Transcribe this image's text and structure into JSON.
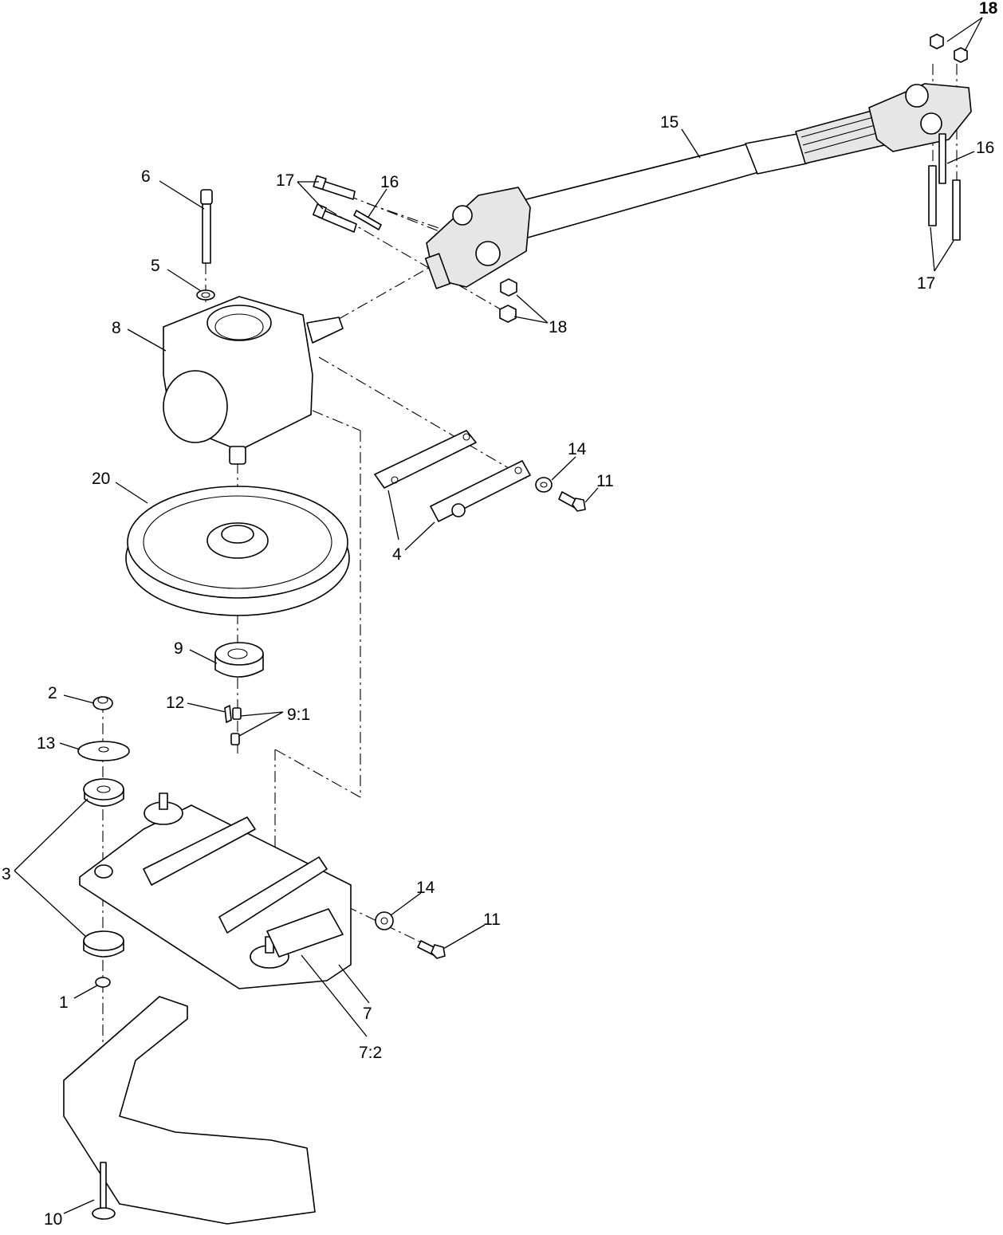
{
  "callouts": [
    {
      "id": "c18a",
      "text": "18"
    },
    {
      "id": "c15",
      "text": "15"
    },
    {
      "id": "c16a",
      "text": "16"
    },
    {
      "id": "c17a",
      "text": "17"
    },
    {
      "id": "c16b",
      "text": "16"
    },
    {
      "id": "c6",
      "text": "6"
    },
    {
      "id": "c17b",
      "text": "17"
    },
    {
      "id": "c5",
      "text": "5"
    },
    {
      "id": "c18b",
      "text": "18"
    },
    {
      "id": "c8",
      "text": "8"
    },
    {
      "id": "c14a",
      "text": "14"
    },
    {
      "id": "c20",
      "text": "20"
    },
    {
      "id": "c11a",
      "text": "11"
    },
    {
      "id": "c4",
      "text": "4"
    },
    {
      "id": "c9",
      "text": "9"
    },
    {
      "id": "c2",
      "text": "2"
    },
    {
      "id": "c12",
      "text": "12"
    },
    {
      "id": "c91",
      "text": "9:1"
    },
    {
      "id": "c13",
      "text": "13"
    },
    {
      "id": "c3",
      "text": "3"
    },
    {
      "id": "c14b",
      "text": "14"
    },
    {
      "id": "c11b",
      "text": "11"
    },
    {
      "id": "c1",
      "text": "1"
    },
    {
      "id": "c7",
      "text": "7"
    },
    {
      "id": "c72",
      "text": "7:2"
    },
    {
      "id": "c10",
      "text": "10"
    }
  ]
}
